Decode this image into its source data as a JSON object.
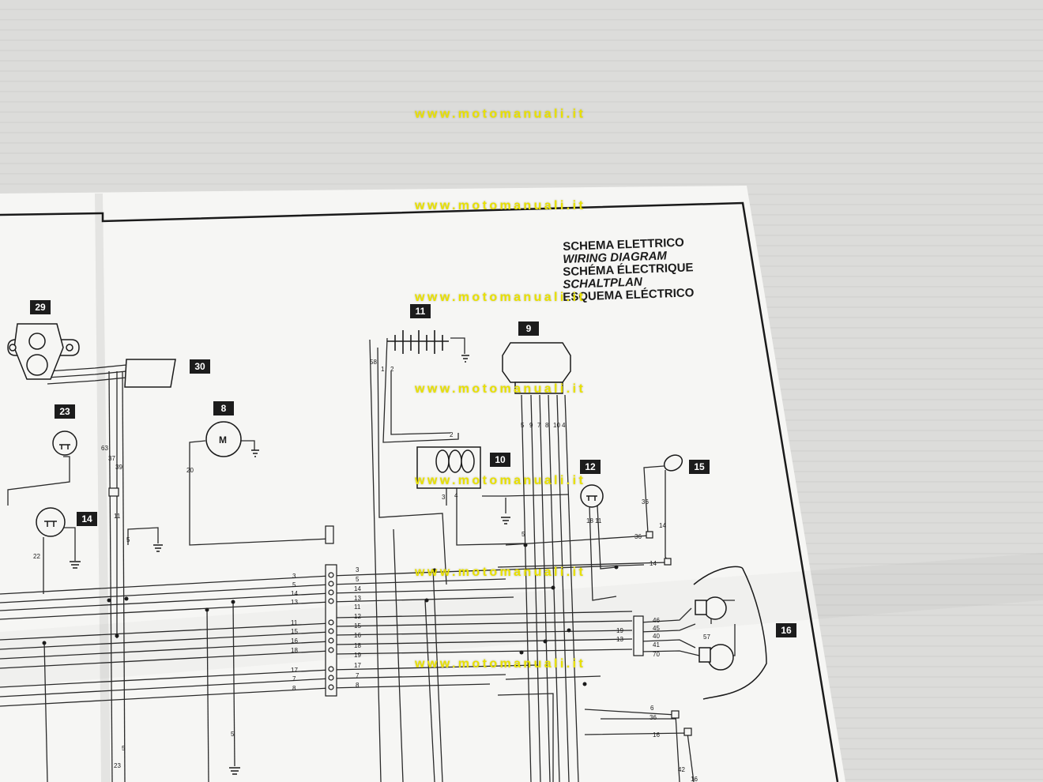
{
  "watermark": "www.motomanuali.it",
  "title": {
    "it": "SCHEMA ELETTRICO",
    "en": "WIRING DIAGRAM",
    "fr": "SCHÉMA ÉLECTRIQUE",
    "de": "SCHALTPLAN",
    "es": "ESQUEMA ELÉCTRICO"
  },
  "components": {
    "c29": "29",
    "c30": "30",
    "c23": "23",
    "c14": "14",
    "c8": "8",
    "c11": "11",
    "c9": "9",
    "c10": "10",
    "c12": "12",
    "c15": "15",
    "c16": "16"
  },
  "motor_symbol": "M",
  "connector_left": [
    "3",
    "5",
    "14",
    "13",
    "11",
    "15",
    "16",
    "18",
    "17",
    "7",
    "8"
  ],
  "connector_right": [
    "3",
    "5",
    "14",
    "13",
    "11",
    "12",
    "15",
    "16",
    "18",
    "19",
    "17",
    "7",
    "8"
  ],
  "regulator_wires": [
    "5",
    "9",
    "7",
    "8",
    "10",
    "4"
  ],
  "rear_wires": [
    "19",
    "13",
    "45",
    "40",
    "41",
    "70",
    "46",
    "57"
  ],
  "misc_wires": {
    "w36": "36",
    "w14": "14",
    "w36b": "36",
    "w14b": "14",
    "w5": "5",
    "w6": "6",
    "w36c": "36",
    "w16": "16",
    "w42": "42",
    "w16b": "16",
    "w20": "20",
    "w22": "22",
    "w23": "23",
    "w5b": "5",
    "w5c": "5",
    "w58": "58",
    "w1": "1",
    "w2": "2",
    "w2b": "2",
    "w3": "3",
    "w4": "4",
    "w18": "18",
    "w11": "11",
    "w63": "63",
    "w37": "37",
    "w39": "39",
    "w5d": "5",
    "w11b": "11"
  },
  "colors": {
    "paper": "#f7f7f5",
    "ink": "#1a1a1a",
    "watermark": "#e8e000"
  }
}
